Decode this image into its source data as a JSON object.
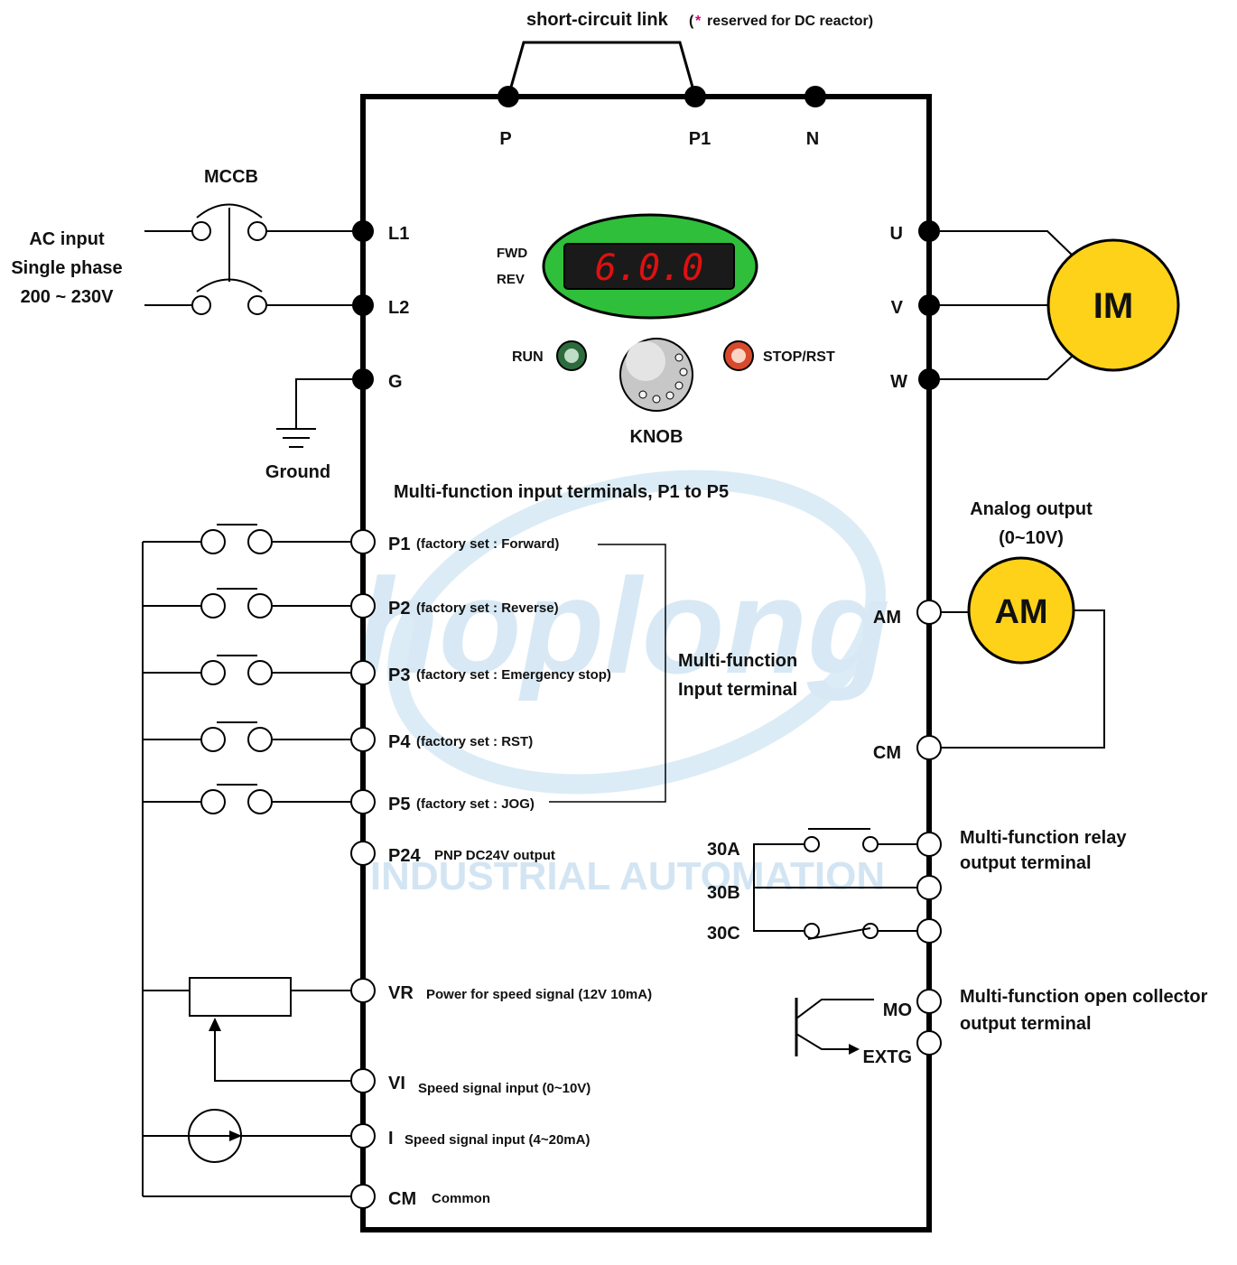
{
  "top": {
    "link_label": "short-circuit link",
    "reserved_star": "*",
    "reserved_text": "reserved for DC reactor)",
    "reserved_open": "(",
    "star_color": "#d6006f"
  },
  "dc_terminals": [
    "P",
    "P1",
    "N"
  ],
  "input": {
    "mccb": "MCCB",
    "ac_line1": "AC input",
    "ac_line2": "Single phase",
    "ac_line3": "200 ~ 230V",
    "l1": "L1",
    "l2": "L2",
    "g": "G",
    "ground": "Ground"
  },
  "panel": {
    "fwd": "FWD",
    "rev": "REV",
    "display": "6.0.0",
    "run": "RUN",
    "stop": "STOP/RST",
    "knob": "KNOB",
    "display_color": "#e01010",
    "panel_color": "#2fbf3a"
  },
  "output": {
    "u": "U",
    "v": "V",
    "w": "W",
    "motor": "IM",
    "motor_color": "#ffd21a"
  },
  "mf_inputs": {
    "header": "Multi-function input terminals, P1 to P5",
    "items": [
      {
        "term": "P1",
        "desc": "(factory set : Forward)"
      },
      {
        "term": "P2",
        "desc": "(factory set : Reverse)"
      },
      {
        "term": "P3",
        "desc": "(factory set : Emergency stop)"
      },
      {
        "term": "P4",
        "desc": "(factory set : RST)"
      },
      {
        "term": "P5",
        "desc": "(factory set : JOG)"
      }
    ],
    "bracket_line1": "Multi-function",
    "bracket_line2": "Input terminal",
    "p24_term": "P24",
    "p24_desc": "PNP DC24V output"
  },
  "analog": {
    "title1": "Analog output",
    "title2": "(0~10V)",
    "meter": "AM",
    "am": "AM",
    "cm": "CM"
  },
  "relay": {
    "a": "30A",
    "b": "30B",
    "c": "30C",
    "title1": "Multi-function relay",
    "title2": "output terminal"
  },
  "open_collector": {
    "mo": "MO",
    "extg": "EXTG",
    "title1": "Multi-function open collector",
    "title2": "output terminal"
  },
  "speed": {
    "vr_term": "VR",
    "vr_desc": "Power for speed signal  (12V  10mA)",
    "vi_term": "VI",
    "vi_desc": "Speed signal input (0~10V)",
    "i_term": "I",
    "i_desc": "Speed signal input (4~20mA)",
    "cm_term": "CM",
    "cm_desc": "Common"
  },
  "watermark": {
    "brand": "hoplong",
    "sub": "INDUSTRIAL AUTOMATION",
    "color": "#cfe6f5"
  }
}
